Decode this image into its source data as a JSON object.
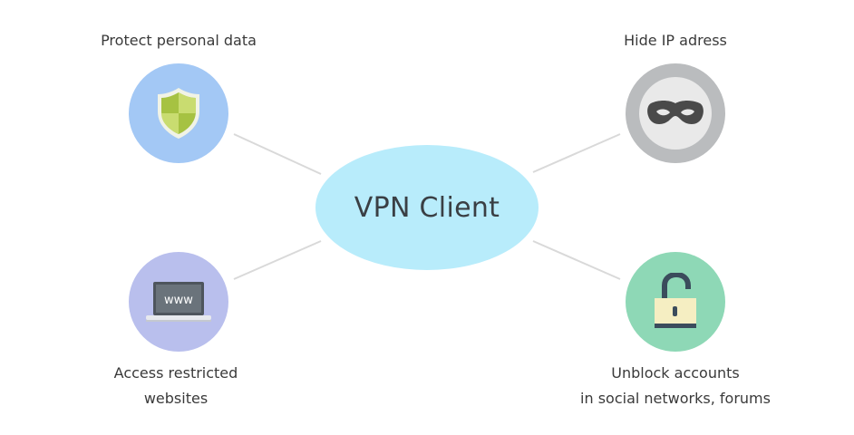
{
  "center": {
    "label": "VPN Client"
  },
  "nodes": {
    "protect": {
      "lines": [
        "Protect personal data"
      ],
      "icon": "shield-icon",
      "color": "#a3c8f5"
    },
    "hide_ip": {
      "lines": [
        "Hide IP adress"
      ],
      "icon": "mask-icon",
      "color": "#babcbe"
    },
    "access": {
      "lines": [
        "Access restricted",
        "websites"
      ],
      "icon": "laptop-www-icon",
      "screen_text": "www",
      "color": "#b9bfed"
    },
    "unblock": {
      "lines": [
        "Unblock accounts",
        "in social networks, forums"
      ],
      "icon": "open-padlock-icon",
      "color": "#8ed8b6"
    }
  },
  "colors": {
    "center": "#b8ecfb",
    "connector": "#d9d9d9"
  }
}
